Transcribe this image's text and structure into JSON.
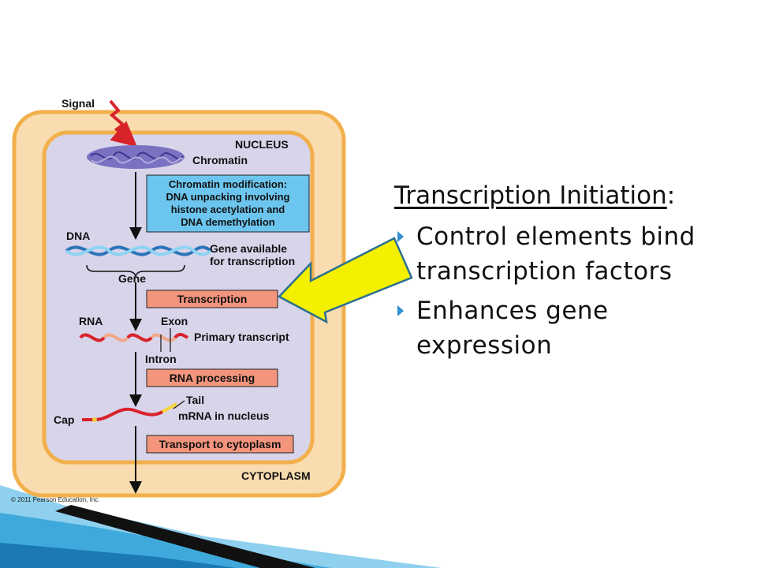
{
  "slide": {
    "heading": "Transcription Initiation",
    "heading_colon": ":",
    "bullets": [
      {
        "text": "Control elements bind transcription factors"
      },
      {
        "text": "Enhances gene expression"
      }
    ]
  },
  "diagram": {
    "signal": "Signal",
    "nucleus": "NUCLEUS",
    "chromatin": "Chromatin",
    "chromatin_mod": [
      "Chromatin modification:",
      "DNA unpacking involving",
      "histone acetylation and",
      "DNA demethylation"
    ],
    "dna": "DNA",
    "gene_available": [
      "Gene available",
      "for transcription"
    ],
    "gene": "Gene",
    "transcription": "Transcription",
    "rna": "RNA",
    "exon": "Exon",
    "primary_transcript": "Primary transcript",
    "intron": "Intron",
    "rna_processing": "RNA processing",
    "tail": "Tail",
    "cap": "Cap",
    "mrna_in_nucleus": "mRNA in nucleus",
    "transport": "Transport to cytoplasm",
    "cytoplasm": "CYTOPLASM",
    "copyright": "© 2011 Pearson Education, Inc."
  },
  "colors": {
    "cell_fill": "#f9dcaf",
    "cell_border": "#f2b04c",
    "nucleus_fill": "#d8d4ea",
    "blue_box": "#6cc5ee",
    "salmon_box": "#f3947c",
    "arrow_yellow": "#f4f000",
    "bullet_blue": "#2f8fd0",
    "accent_blue": "#3fa9dc"
  }
}
